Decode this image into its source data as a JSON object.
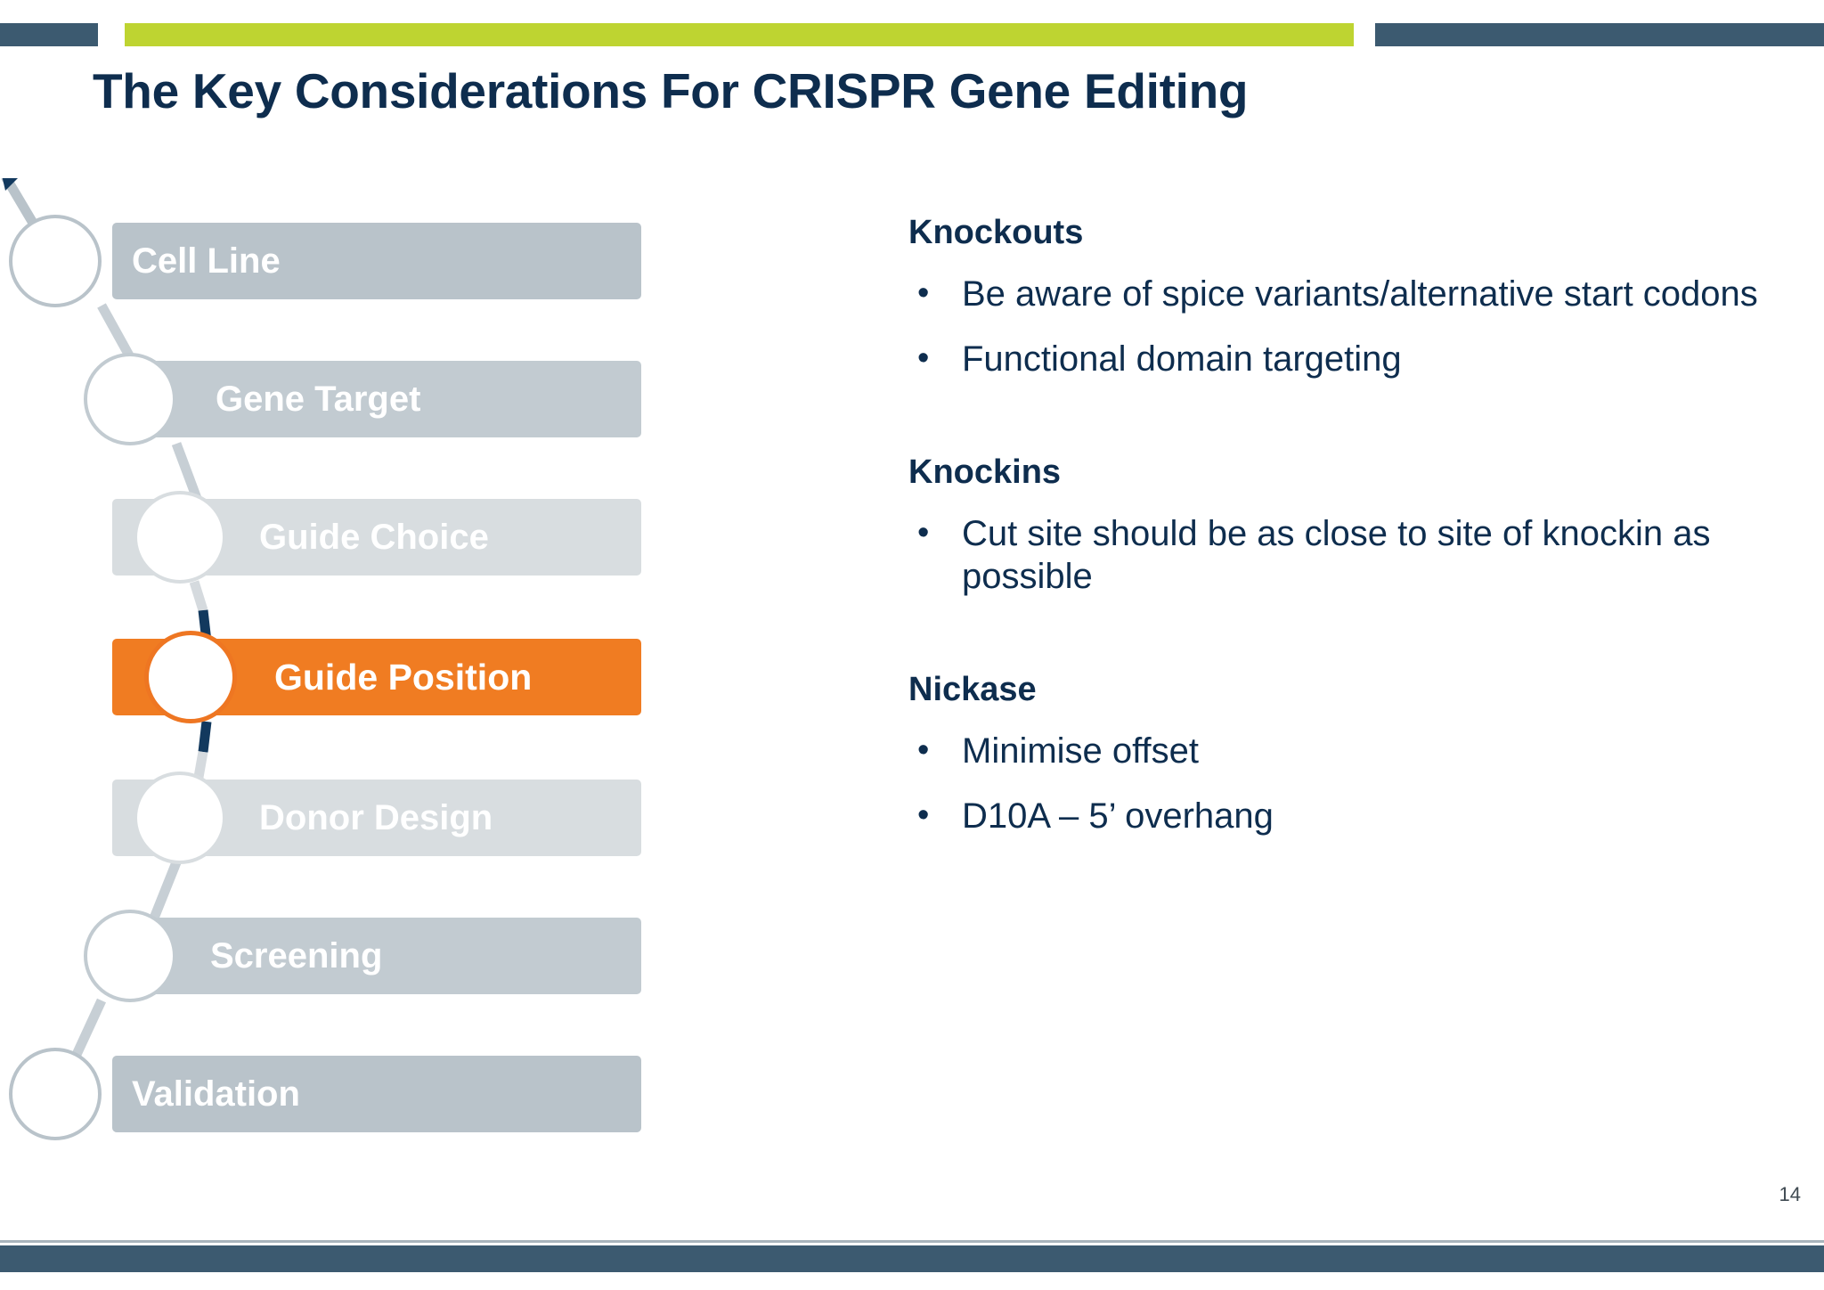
{
  "slide": {
    "title": "The Key Considerations For CRISPR Gene Editing",
    "page_number": "14"
  },
  "colors": {
    "navy": "#0E2D4E",
    "header_bar_dark": "#3C5A70",
    "header_bar_green": "#BED431",
    "highlight_orange": "#F07C22",
    "step_gray_dark": "#B9C3CA",
    "step_gray_mid": "#C2CBD1",
    "step_gray_light": "#D8DDE0",
    "footer_bar": "#3C5A70"
  },
  "flow": {
    "name": "crispr-workflow-steps",
    "steps": [
      {
        "label": "Cell Line",
        "highlighted": false
      },
      {
        "label": "Gene Target",
        "highlighted": false
      },
      {
        "label": "Guide Choice",
        "highlighted": false
      },
      {
        "label": "Guide Position",
        "highlighted": true
      },
      {
        "label": "Donor Design",
        "highlighted": false
      },
      {
        "label": "Screening",
        "highlighted": false
      },
      {
        "label": "Validation",
        "highlighted": false
      }
    ]
  },
  "content": {
    "sections": [
      {
        "heading": "Knockouts",
        "bullets": [
          {
            "marker": "•",
            "text": "Be aware of spice variants/alternative start codons"
          },
          {
            "marker": "•",
            "text": "Functional domain targeting"
          }
        ]
      },
      {
        "heading": "Knockins",
        "bullets": [
          {
            "marker": "•",
            "text": "Cut site should be as close to site of knockin as possible"
          }
        ]
      },
      {
        "heading": "Nickase",
        "bullets": [
          {
            "marker": "•",
            "text": "Minimise offset"
          },
          {
            "marker": "•",
            "text": "D10A – 5’ overhang"
          }
        ]
      }
    ]
  }
}
